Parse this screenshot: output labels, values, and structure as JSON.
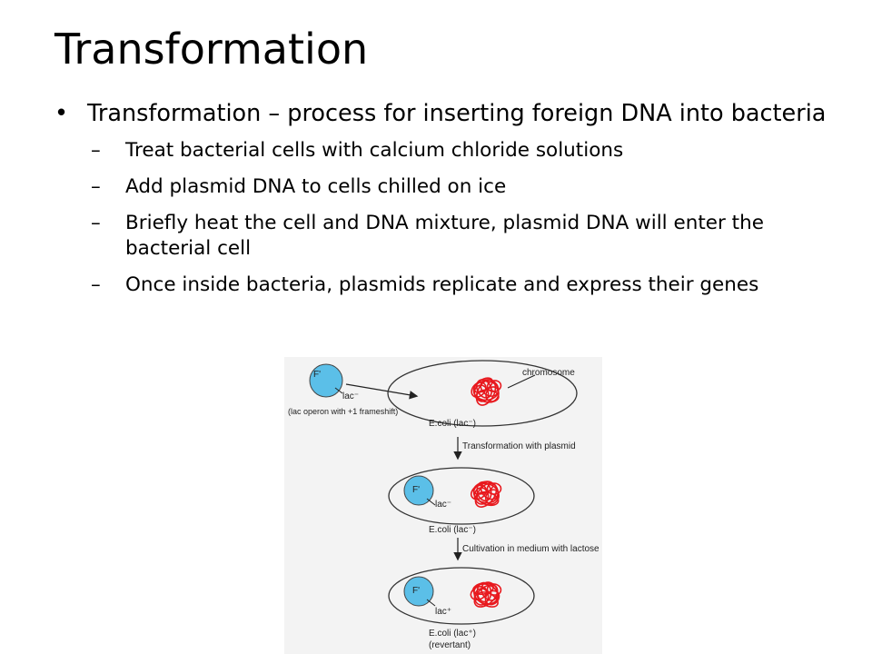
{
  "slide": {
    "title": "Transformation",
    "bullet": {
      "marker": "•",
      "text": "Transformation – process for inserting foreign DNA into bacteria"
    },
    "sub_marker": "–",
    "sub_bullets": [
      "Treat bacterial cells with calcium chloride solutions",
      "Add plasmid DNA to cells chilled on ice",
      "Briefly heat the cell and DNA mixture, plasmid DNA will enter the bacterial cell",
      "Once inside bacteria, plasmids replicate and express their genes"
    ]
  },
  "figure": {
    "plasmid_label": "F'",
    "lac_minus": "lac⁻",
    "lac_plus": "lac⁺",
    "operon_note": "(lac operon with +1 frameshift)",
    "chromosome_label": "chromosome",
    "cell1_label": "E.coli (lac⁻)",
    "step1_label": "Transformation with plasmid",
    "cell2_label": "E.coli (lac⁻)",
    "step2_label": "Cultivation in medium with lactose",
    "cell3_label": "E.coli (lac⁺)",
    "cell3_sublabel": "(revertant)",
    "colors": {
      "plasmid_fill": "#5bbfe8",
      "chromosome": "#e8191e",
      "figure_bg": "#f3f3f3"
    }
  }
}
